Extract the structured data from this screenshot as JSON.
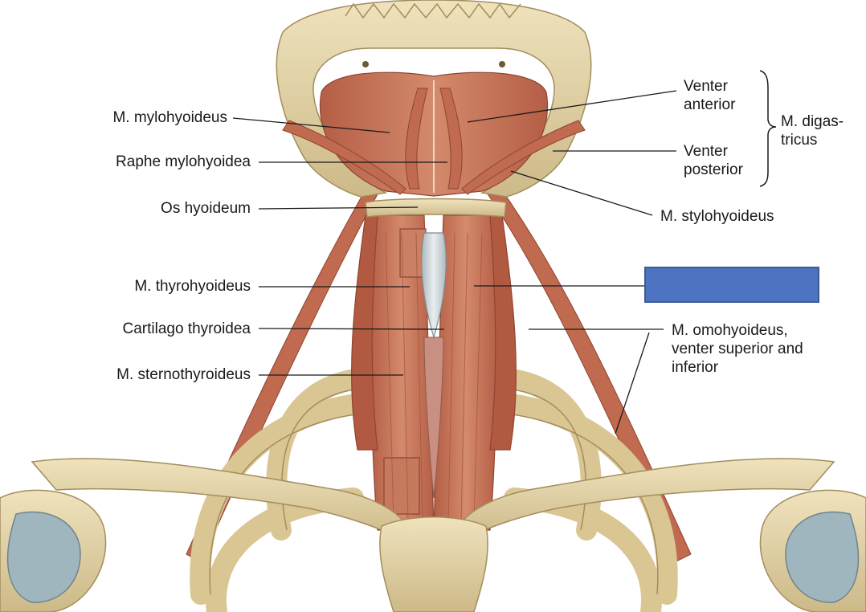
{
  "labels": {
    "mylohyoideus": "M. mylohyoideus",
    "raphe": "Raphe mylohyoidea",
    "os_hyoideum": "Os hyoideum",
    "thyrohyoideus": "M. thyrohyoideus",
    "cartilago": "Cartilago thyroidea",
    "sternothyroideus": "M. sternothyroideus",
    "venter_anterior_1": "Venter",
    "venter_anterior_2": "anterior",
    "venter_posterior_1": "Venter",
    "venter_posterior_2": "posterior",
    "digastricus_1": "M. digas-",
    "digastricus_2": "tricus",
    "stylohyoideus": "M. stylohyoideus",
    "omohyoideus_1": "M. omohyoideus,",
    "omohyoideus_2": "venter superior and",
    "omohyoideus_3": "inferior"
  },
  "colors": {
    "bone": "#e3d3a4",
    "bone_shadow": "#c9b47c",
    "muscle": "#c67357",
    "muscle_dark": "#9b4d37",
    "cartilage": "#d5dde0",
    "cover_box": "#4f73c3"
  }
}
